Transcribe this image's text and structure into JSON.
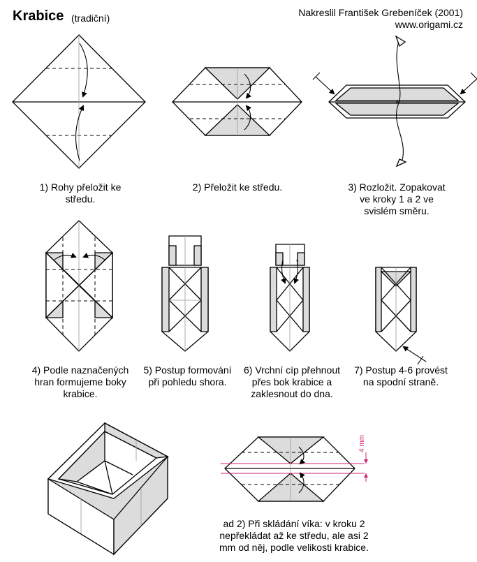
{
  "header": {
    "title": "Krabice",
    "subtitle": "(tradiční)",
    "author_line1": "Nakreslil František Grebeníček (2001)",
    "author_line2": "www.origami.cz"
  },
  "steps": [
    {
      "line1": "1) Rohy přeložit ke",
      "line2": "středu.",
      "line3": ""
    },
    {
      "line1": "2) Přeložit ke středu.",
      "line2": "",
      "line3": ""
    },
    {
      "line1": "3) Rozložit. Zopakovat",
      "line2": "ve kroky 1 a 2 ve",
      "line3": "svislém směru."
    },
    {
      "line1": "4) Podle naznačených",
      "line2": "hran formujeme boky",
      "line3": "krabice."
    },
    {
      "line1": "5) Postup formování",
      "line2": "při pohledu shora.",
      "line3": ""
    },
    {
      "line1": "6) Vrchní cíp přehnout",
      "line2": "přes bok krabice a",
      "line3": "zaklesnout do dna."
    },
    {
      "line1": "7) Postup 4-6 provést",
      "line2": "na spodní straně.",
      "line3": ""
    }
  ],
  "note": {
    "line1": "ad 2) Při skládání víka: v kroku 2",
    "line2": "nepřekládat až ke středu, ale asi 2",
    "line3": "mm od něj, podle velikosti krabice.",
    "dimension_label": "4 mm"
  },
  "colors": {
    "paper": "#ffffff",
    "shade": "#dcdcdc",
    "dimension": "#d02070"
  }
}
